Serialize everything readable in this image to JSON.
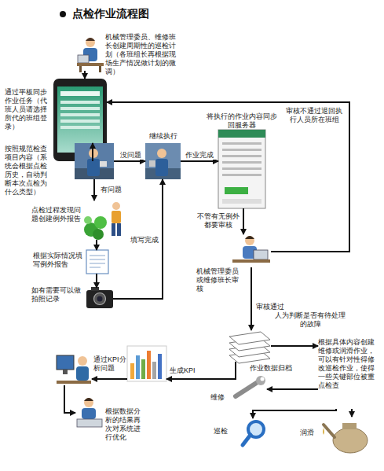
{
  "diagram": {
    "title": "点检作业流程图",
    "nodes": [
      {
        "text": [
          "机械管理委员、维修班长创建周期性的巡检计划（各班组长再根据现场生产情况做计划的微调）"
        ]
      },
      {
        "text": [
          "通过平板同步作业任务（代班人员请选择所代的班组登录）"
        ]
      },
      {
        "text": [
          "按照规范检查项目内容（系统会根据点检历史，自动判断本次点检为什么类型）"
        ]
      },
      {
        "text": [
          "继续执行"
        ]
      },
      {
        "text": [
          "将执行的作业内容同步回服务器"
        ]
      },
      {
        "text": [
          "点检过程发现问题创建例外报告"
        ]
      },
      {
        "text": [
          "根据实际情况填写例外报告"
        ]
      },
      {
        "text": [
          "如有需要可以做拍照记录"
        ]
      },
      {
        "text": [
          "机械管理委员或维修班长审核"
        ]
      },
      {
        "text": [
          "作业数据归档"
        ]
      },
      {
        "text": [
          "生成KPI"
        ]
      },
      {
        "text": [
          "通过KPI分析问题"
        ]
      },
      {
        "text": [
          "根据数据分析的结果再次对系统进行优化"
        ]
      },
      {
        "text": [
          "根据具体内容创建维修或润滑作业，可以有针对性得修改巡检作业，使得一些关键部位被重点检查"
        ]
      },
      {
        "text": [
          "维修"
        ]
      },
      {
        "text": [
          "巡检"
        ]
      },
      {
        "text": [
          "润滑"
        ]
      }
    ],
    "edges": [
      {
        "from": 0,
        "to": 1,
        "arrow": "to"
      },
      {
        "from": 1,
        "to": 2,
        "arrow": "to"
      },
      {
        "from": 2,
        "to": 3,
        "label": "没问题",
        "arrow": "to"
      },
      {
        "from": 3,
        "to": 4,
        "label": "作业完成",
        "arrow": "to"
      },
      {
        "from": 2,
        "to": 5,
        "label": "有问题",
        "arrow": "to"
      },
      {
        "from": 5,
        "to": 6,
        "arrow": "to"
      },
      {
        "from": 6,
        "to": 7,
        "arrow": "to"
      },
      {
        "from": 7,
        "to": 3,
        "label": "填写完成",
        "arrow": "to"
      },
      {
        "from": 4,
        "to": 8,
        "label": "不管有无例外都要审核",
        "arrow": "to"
      },
      {
        "from": 8,
        "to": 1,
        "label": "审核不通过退回执行人员所在班组",
        "arrow": "to"
      },
      {
        "from": 8,
        "to": 9,
        "label": "审核通过",
        "arrow": "to"
      },
      {
        "from": 9,
        "to": 13,
        "label": "人为判断是否有待处理的故障",
        "arrow": "to"
      },
      {
        "from": 9,
        "to": 10,
        "arrow": "to"
      },
      {
        "from": 10,
        "to": 11,
        "arrow": "to"
      },
      {
        "from": 11,
        "to": 12,
        "arrow": "to"
      },
      {
        "from": 13,
        "to": 14,
        "arrow": "to"
      },
      {
        "from": 13,
        "to": 15,
        "arrow": "to"
      },
      {
        "from": 13,
        "to": 16,
        "arrow": "to"
      }
    ]
  }
}
